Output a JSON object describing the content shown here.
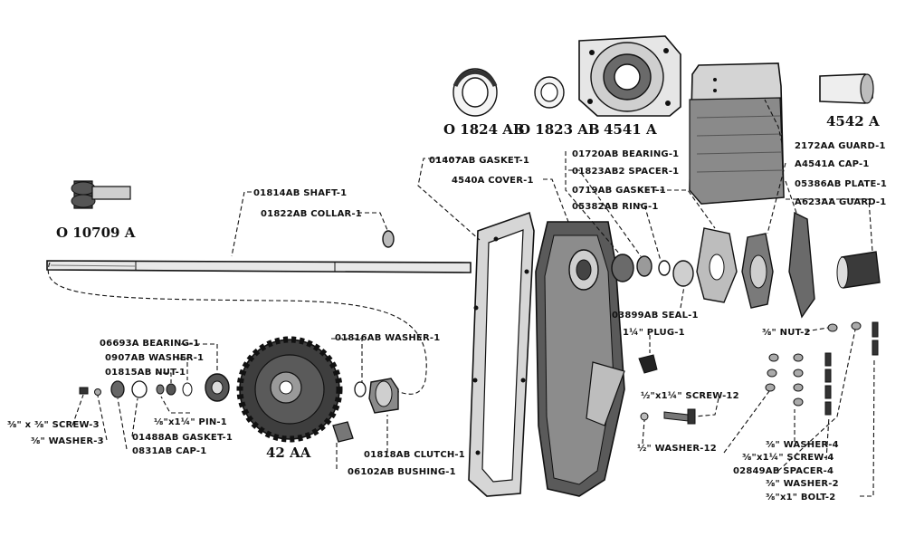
{
  "part_numbers": {
    "p1": "O 1824 AB",
    "p2": "O 1823 AB",
    "p3": "4541 A",
    "p4": "4542 A",
    "p5": "O 10709 A",
    "p6": "42 AA"
  },
  "callouts": {
    "shaft": "01814AB SHAFT-1",
    "collar": "01822AB COLLAR-1",
    "gasket1407": "01407AB GASKET-1",
    "cover": "4540A  COVER-1",
    "bearing1720": "01720AB BEARING-1",
    "spacer1823": "01823AB2 SPACER-1",
    "gasket719": "0719AB GASKET-1",
    "ring": "05382AB RING-1",
    "guard2172": "2172AA GUARD-1",
    "cap4541": "A4541A CAP-1",
    "plate": "05386AB PLATE-1",
    "guardA623": "A623AA GUARD-1",
    "seal": "03899AB SEAL-1",
    "plug": "1¼\" PLUG-1",
    "screw12": "½\"x1¼\" SCREW-12",
    "washer12": "½\" WASHER-12",
    "nut2": "⅜\" NUT-2",
    "washer4": "⅜\" WASHER-4",
    "screw4": "⅜\"x1¼\" SCREW-4",
    "spacer4": "02849AB SPACER-4",
    "washer2": "⅜\" WASHER-2",
    "bolt2": "⅜\"x1\" BOLT-2",
    "bearing6693": "06693A BEARING-1",
    "washer907": "0907AB WASHER-1",
    "nut1815": "01815AB NUT-1",
    "pin": "⅛\"x1¼\" PIN-1",
    "gasket1488": "01488AB GASKET-1",
    "cap831": "0831AB CAP-1",
    "screw3": "⅜\" x ⅜\" SCREW-3",
    "washer3": "⅜\" WASHER-3",
    "washer1816": "01816AB WASHER-1",
    "clutch": "01818AB CLUTCH-1",
    "bushing": "06102AB BUSHING-1"
  },
  "colors": {
    "ink": "#111111",
    "paper": "#ffffff"
  }
}
